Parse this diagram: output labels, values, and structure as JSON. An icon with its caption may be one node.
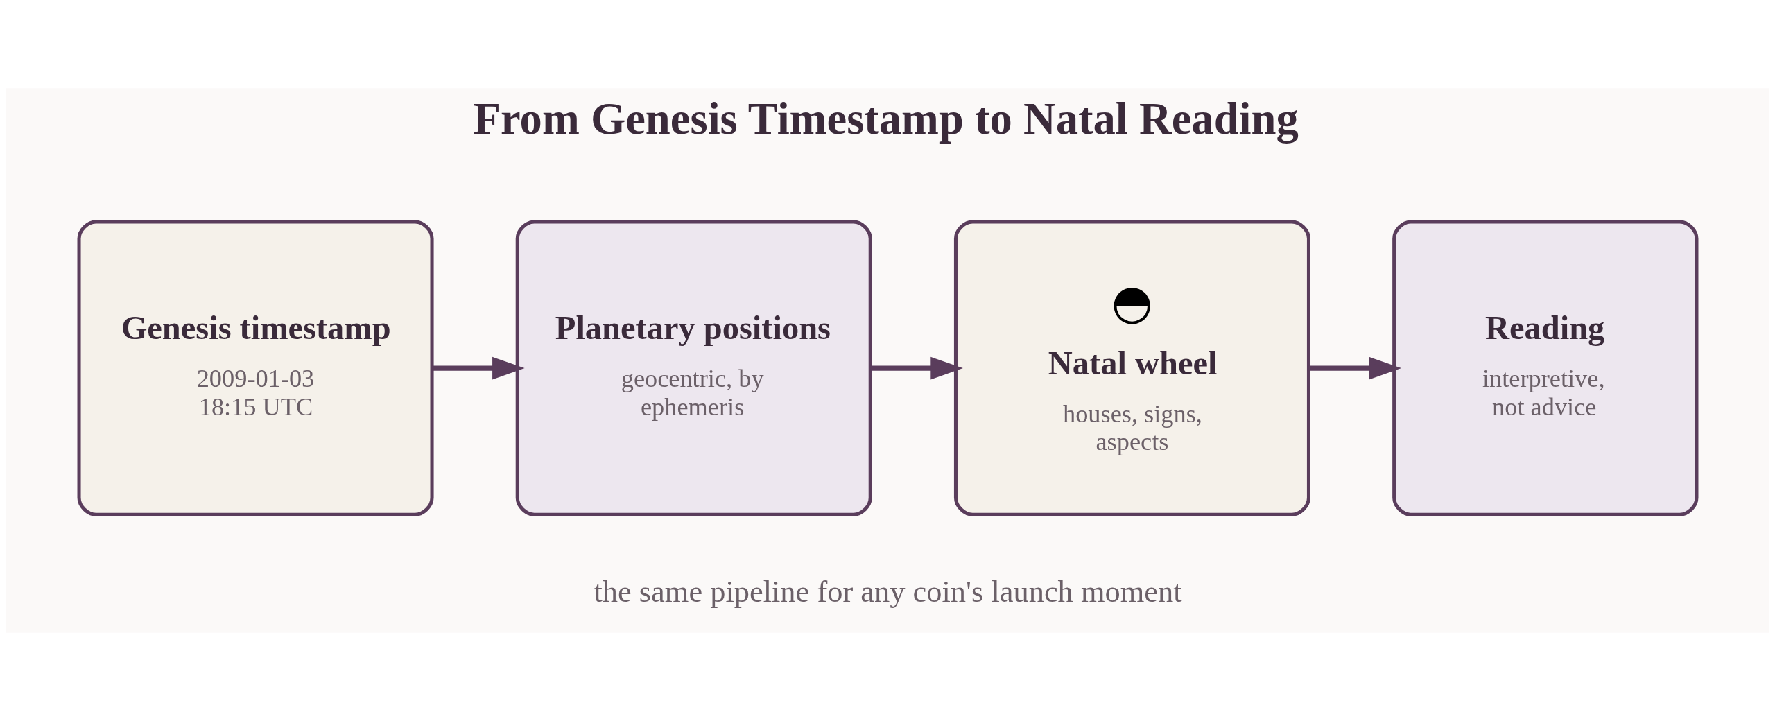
{
  "diagram": {
    "title": "From Genesis Timestamp to Natal Reading",
    "caption": "the same pipeline for any coin's launch moment",
    "nodes": [
      {
        "text": [
          "Genesis timestamp",
          "2009-01-03 18:15 UTC"
        ]
      },
      {
        "text": [
          "Planetary positions",
          "geocentric, by ephemeris"
        ]
      },
      {
        "text": [
          "◓",
          "Natal wheel",
          "houses, signs, aspects"
        ]
      },
      {
        "text": [
          "Reading",
          "interpretive, not advice"
        ]
      }
    ],
    "edges": [
      {
        "from": 0,
        "to": 1,
        "arrow": "to"
      },
      {
        "from": 1,
        "to": 2,
        "arrow": "to"
      },
      {
        "from": 2,
        "to": 3,
        "arrow": "to"
      }
    ]
  }
}
